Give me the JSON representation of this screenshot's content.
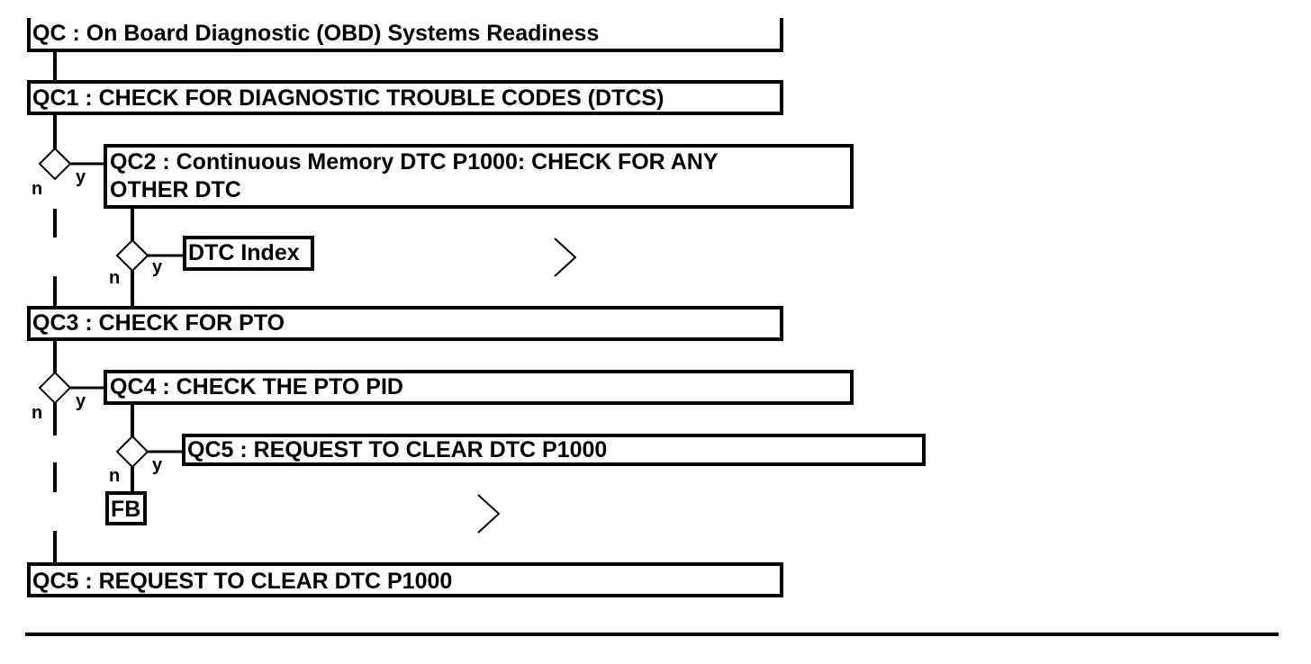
{
  "diagram": {
    "steps": {
      "qc": "QC : On Board Diagnostic (OBD) Systems Readiness",
      "qc1": "QC1 : CHECK FOR DIAGNOSTIC TROUBLE CODES (DTCS)",
      "qc2_line1": "QC2 : Continuous Memory DTC P1000: CHECK FOR ANY",
      "qc2_line2": "OTHER DTC",
      "dtc_index": "DTC Index",
      "qc3": "QC3 : CHECK FOR PTO",
      "qc4": "QC4 : CHECK THE PTO PID",
      "qc5_inner": "QC5 : REQUEST TO CLEAR DTC P1000",
      "fb": "FB",
      "qc5": "QC5 : REQUEST TO CLEAR DTC P1000"
    },
    "branch_labels": {
      "yes": "y",
      "no": "n"
    }
  }
}
